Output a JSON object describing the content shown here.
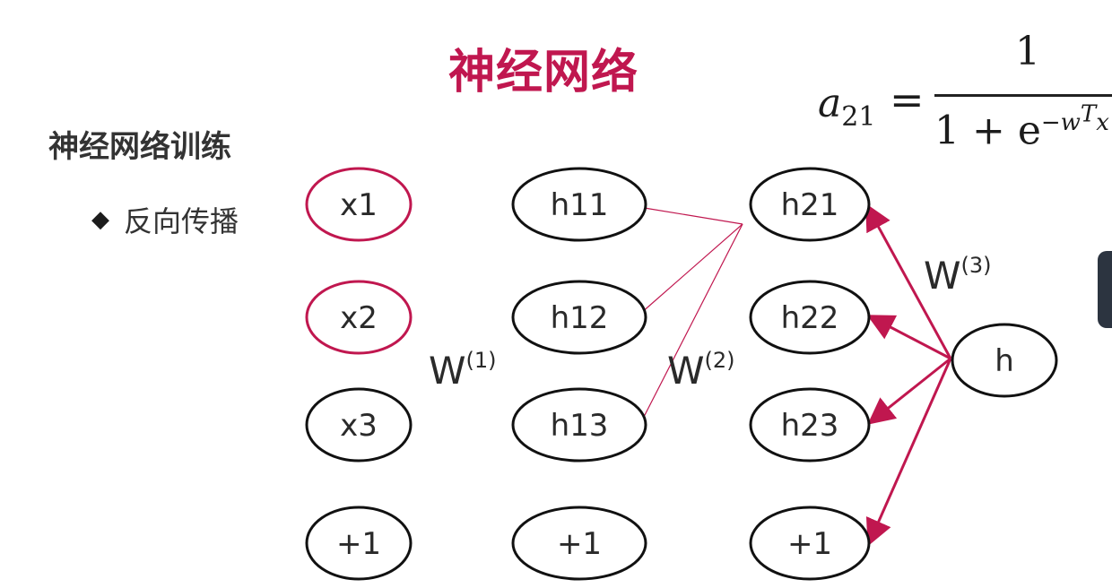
{
  "slide": {
    "title": "神经网络",
    "section_title": "神经网络训练",
    "bullet_icon": "diamond-bullet-icon",
    "bullet_text": "反向传播"
  },
  "formula": {
    "lhs": "a",
    "lhs_sub": "21",
    "equals": "=",
    "numerator": "1",
    "denominator": "1 + e",
    "exponent": "−w",
    "exponent_sup": "T",
    "exponent_tail": "x"
  },
  "network": {
    "nodes": [
      {
        "id": "x1",
        "label": "x1",
        "highlight": true
      },
      {
        "id": "x2",
        "label": "x2",
        "highlight": true
      },
      {
        "id": "x3",
        "label": "x3",
        "highlight": false
      },
      {
        "id": "b1",
        "label": "+1",
        "highlight": false
      },
      {
        "id": "h11",
        "label": "h11",
        "highlight": false
      },
      {
        "id": "h12",
        "label": "h12",
        "highlight": false
      },
      {
        "id": "h13",
        "label": "h13",
        "highlight": false
      },
      {
        "id": "b2",
        "label": "+1",
        "highlight": false
      },
      {
        "id": "h21",
        "label": "h21",
        "highlight": false
      },
      {
        "id": "h22",
        "label": "h22",
        "highlight": false
      },
      {
        "id": "h23",
        "label": "h23",
        "highlight": false
      },
      {
        "id": "b3",
        "label": "+1",
        "highlight": false
      },
      {
        "id": "h",
        "label": "h",
        "highlight": false
      }
    ],
    "weight_labels": [
      {
        "id": "w1",
        "text": "W",
        "sup": "(1)"
      },
      {
        "id": "w2",
        "text": "W",
        "sup": "(2)"
      },
      {
        "id": "w3",
        "text": "W",
        "sup": "(3)"
      }
    ],
    "thin_edges": [
      {
        "from": "h11",
        "to": "h21"
      },
      {
        "from": "h12",
        "to": "h21"
      },
      {
        "from": "h13",
        "to": "h21"
      }
    ],
    "arrows": [
      {
        "from": "h",
        "to": "h21"
      },
      {
        "from": "h",
        "to": "h22"
      },
      {
        "from": "h",
        "to": "h23"
      },
      {
        "from": "h",
        "to": "b3"
      }
    ]
  },
  "colors": {
    "accent": "#c0174f",
    "node_stroke": "#111111",
    "text": "#2a2a2a"
  }
}
